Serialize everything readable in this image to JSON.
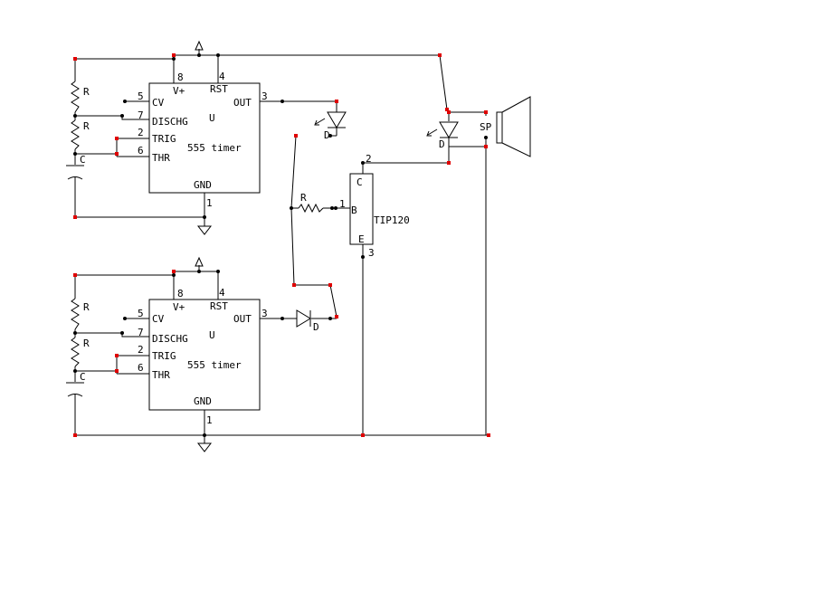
{
  "schematic": {
    "timer_top": {
      "pin_vplus": "V+",
      "pin_rst": "RST",
      "pin_out": "OUT",
      "pin_cv": "CV",
      "pin_dischg": "DISCHG",
      "pin_trig": "TRIG",
      "pin_thr": "THR",
      "pin_gnd": "GND",
      "ref": "U",
      "name": "555 timer",
      "num_8": "8",
      "num_4": "4",
      "num_3": "3",
      "num_5": "5",
      "num_7": "7",
      "num_2": "2",
      "num_6": "6",
      "num_1": "1"
    },
    "timer_bottom": {
      "pin_vplus": "V+",
      "pin_rst": "RST",
      "pin_out": "OUT",
      "pin_cv": "CV",
      "pin_dischg": "DISCHG",
      "pin_trig": "TRIG",
      "pin_thr": "THR",
      "pin_gnd": "GND",
      "ref": "U",
      "name": "555 timer",
      "num_8": "8",
      "num_4": "4",
      "num_3": "3",
      "num_5": "5",
      "num_7": "7",
      "num_2": "2",
      "num_6": "6",
      "num_1": "1"
    },
    "labels": {
      "r_top1": "R",
      "r_top2": "R",
      "c_top": "C",
      "r_bot1": "R",
      "r_bot2": "R",
      "c_bot": "C",
      "led_top": "D",
      "led_spk": "D",
      "diode_bot": "D",
      "r_base": "R",
      "base_pin": "1",
      "transistor": "TIP120",
      "t_c": "C",
      "t_b": "B",
      "t_e": "E",
      "t_pin2": "2",
      "t_pin3": "3",
      "speaker": "SP"
    }
  }
}
